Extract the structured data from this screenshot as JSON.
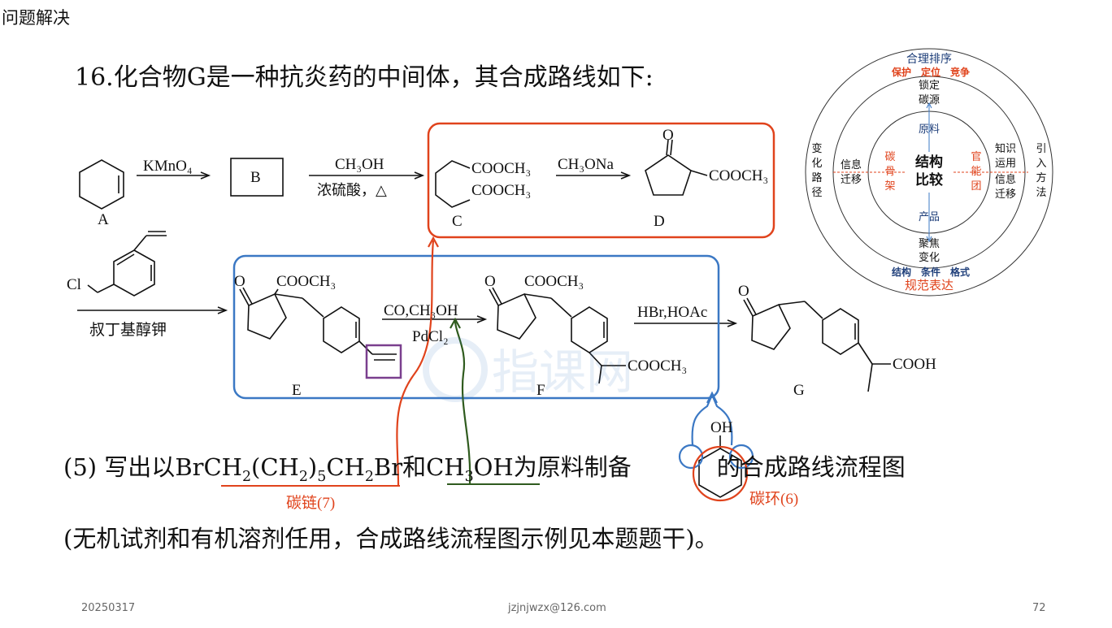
{
  "header": {
    "slide_label": "问题解决"
  },
  "question": {
    "title": "16.化合物G是一种抗炎药的中间体，其合成路线如下:",
    "part5_prefix": "(5) 写出以",
    "reagent1_br": "BrCH",
    "reagent1_sub1": "2",
    "reagent1_mid": "(CH",
    "reagent1_sub2": "2",
    "reagent1_paren": ")",
    "reagent1_sub3": "5",
    "reagent1_ch": "CH",
    "reagent1_sub4": "2",
    "reagent1_end": "Br",
    "conj": "和",
    "reagent2_ch": "CH",
    "reagent2_sub": "3",
    "reagent2_end": "OH",
    "part5_mid": "为原料制备",
    "part5_suffix": "的合成路线流程图",
    "part5_line2": "(无机试剂和有机溶剂任用，合成路线流程图示例见本题题干)。"
  },
  "scheme": {
    "compound_labels": {
      "A": "A",
      "B": "B",
      "C": "C",
      "D": "D",
      "E": "E",
      "F": "F",
      "G": "G"
    },
    "reagents": {
      "step1": "KMnO₄",
      "step2_top": "CH₃OH",
      "step2_bottom": "浓硫酸，△",
      "step3": "CH₃ONa",
      "step4": "叔丁基醇钾",
      "step5_top": "CO,CH₃OH",
      "step5_bottom": "PdCl₂",
      "step6": "HBr,HOAc"
    },
    "groups": {
      "cooch3": "COOCH₃",
      "cooh": "COOH",
      "o": "O",
      "cl": "Cl",
      "oh": "OH"
    }
  },
  "annotations": {
    "carbon_chain": "碳链(7)",
    "carbon_ring": "碳环(6)",
    "colors": {
      "red": "#e0431c",
      "blue": "#3b78c4",
      "green": "#2f5b1e",
      "purple": "#7a3f8e"
    }
  },
  "mindmap": {
    "outer_top": "合理排序",
    "outer_top_sub": [
      "保护",
      "定位",
      "竞争"
    ],
    "outer_bottom": "规范表达",
    "outer_bottom_sub": [
      "结构",
      "条件",
      "格式"
    ],
    "outer_left": [
      "变",
      "化",
      "路",
      "径"
    ],
    "outer_right": [
      "引",
      "入",
      "方",
      "法"
    ],
    "mid_top": [
      "锁定",
      "碳源"
    ],
    "mid_bottom": [
      "聚焦",
      "变化"
    ],
    "mid_left": [
      "信息",
      "迁移"
    ],
    "mid_right": [
      "知识",
      "运用",
      "信息",
      "迁移"
    ],
    "inner_top": "原料",
    "inner_bottom": "产品",
    "inner_left": [
      "碳",
      "骨",
      "架"
    ],
    "inner_right": [
      "官",
      "能",
      "团"
    ],
    "center": [
      "结构",
      "比较"
    ]
  },
  "watermark": "指课网",
  "footer": {
    "date": "20250317",
    "email": "jzjnjwzx@126.com",
    "page": "72"
  }
}
